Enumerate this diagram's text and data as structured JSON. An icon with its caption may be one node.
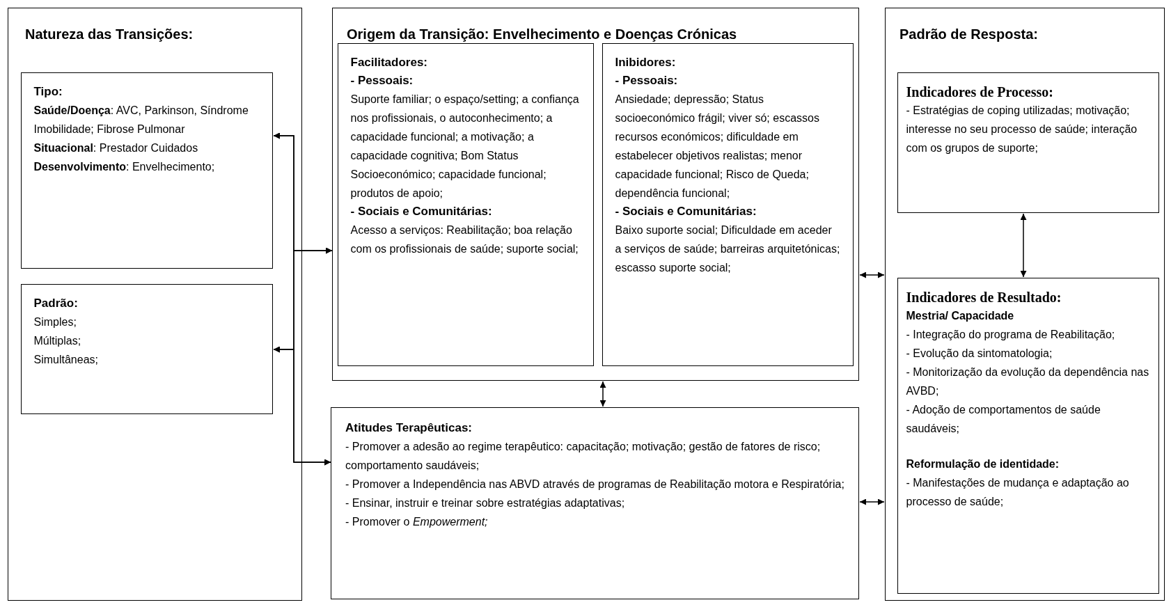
{
  "diagram": {
    "nodes": [
      {
        "text": [
          "Natureza das Transições:"
        ]
      },
      {
        "text": [
          "Tipo:",
          "**Saúde/Doença**: AVC, Parkinson, Síndrome Imobilidade; Fibrose Pulmonar",
          "**Situacional**: Prestador Cuidados",
          "**Desenvolvimento**: Envelhecimento;"
        ],
        "in": 0
      },
      {
        "text": [
          "Padrão:",
          "Simples;",
          "Múltiplas;",
          "Simultâneas;"
        ],
        "in": 0
      },
      {
        "text": [
          "Origem da Transição: Envelhecimento e Doenças Crónicas"
        ]
      },
      {
        "text": [
          "Facilitadores:",
          "- Pessoais:",
          "Suporte familiar; o espaço/setting; a confiança nos profissionais, o autoconhecimento; a capacidade funcional; a motivação; a capacidade cognitiva; Bom Status Socioeconómico; capacidade funcional; produtos de apoio;",
          "- Sociais e Comunitárias:",
          "Acesso a serviços: Reabilitação; boa relação com os profissionais de saúde; suporte social;"
        ],
        "in": 3
      },
      {
        "text": [
          "Inibidores:",
          "- Pessoais:",
          "Ansiedade; depressão; Status socioeconómico frágil; viver só; escassos recursos económicos; dificuldade em estabelecer objetivos realistas; menor capacidade funcional; Risco de Queda; dependência funcional;",
          "- Sociais e Comunitárias:",
          "Baixo suporte social; Dificuldade em aceder a serviços de saúde; barreiras arquitetónicas; escasso suporte social;"
        ],
        "in": 3
      },
      {
        "text": [
          "Atitudes Terapêuticas:",
          "- Promover a adesão ao regime terapêutico: capacitação; motivação; gestão de fatores de risco; comportamento saudáveis;",
          "- Promover a Independência nas ABVD através de programas de Reabilitação motora e Respiratória;",
          "- Ensinar, instruir e treinar sobre estratégias adaptativas;",
          "- Promover o *Empowerment;*"
        ]
      },
      {
        "text": [
          "Padrão de Resposta:"
        ]
      },
      {
        "text": [
          "Indicadores de Processo:",
          "- Estratégias de coping utilizadas; motivação; interesse no seu processo de saúde; interação com os grupos de suporte;"
        ],
        "in": 7
      },
      {
        "text": [
          "Indicadores de Resultado:",
          "Mestria/ Capacidade",
          "- Integração do programa de Reabilitação;",
          "- Evolução da sintomatologia;",
          "- Monitorização da evolução da dependência nas AVBD;",
          "- Adoção de comportamentos de saúde saudáveis;",
          "Reformulação de identidade:",
          "- Manifestações de mudança e adaptação ao processo de saúde;"
        ],
        "in": 7
      }
    ],
    "edges": [
      {
        "from": 3,
        "to": 1,
        "arrow": "both"
      },
      {
        "from": 3,
        "to": 2,
        "arrow": "both"
      },
      {
        "from": 6,
        "to": 1,
        "arrow": "both"
      },
      {
        "from": 6,
        "to": 2,
        "arrow": "both"
      },
      {
        "from": 3,
        "to": 6,
        "arrow": "both"
      },
      {
        "from": 3,
        "to": 7,
        "arrow": "both"
      },
      {
        "from": 6,
        "to": 7,
        "arrow": "both"
      },
      {
        "from": 8,
        "to": 9,
        "arrow": "both"
      }
    ]
  }
}
